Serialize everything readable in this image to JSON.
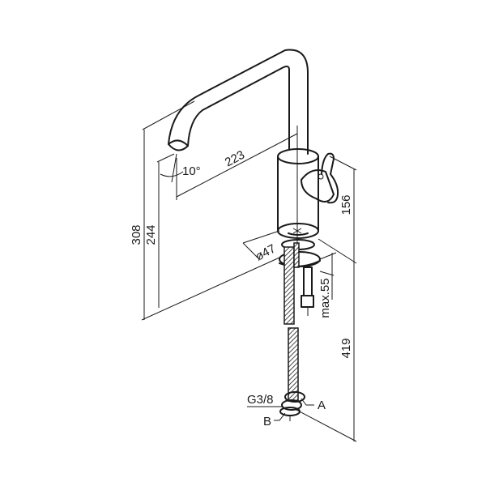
{
  "drawing": {
    "subject": "faucet",
    "dimensions": {
      "total_height": "308",
      "spout_height": "244",
      "spout_reach": "223",
      "spout_angle": "10°",
      "body_height": "156",
      "base_diameter": "ø47",
      "max_deck_thickness": "max.55",
      "hose_length": "419",
      "thread": "G3/8"
    },
    "callouts": {
      "a": "A",
      "b": "B"
    },
    "line_color": "#1a1a1a"
  }
}
